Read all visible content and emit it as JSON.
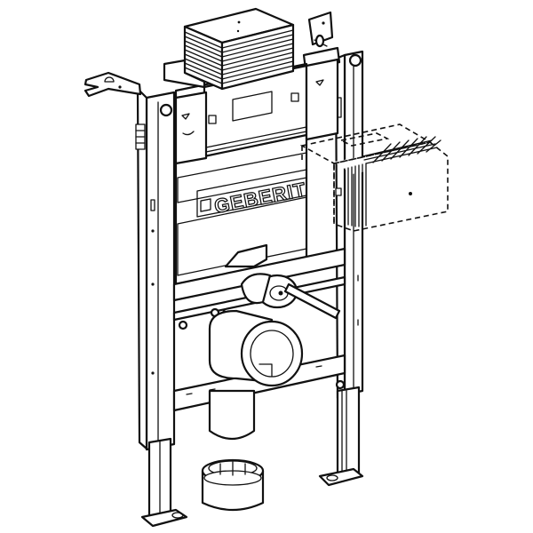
{
  "drawing": {
    "subject": "Installation frame for wall-hung WC",
    "brand_label": "GEBERIT",
    "style": "black line-art on white",
    "line_color": "#111111",
    "background_color": "#ffffff"
  },
  "components": [
    {
      "id": "cistern-top-block",
      "label": "Cistern cover block (layered top)"
    },
    {
      "id": "actuator-opening",
      "label": "Actuator plate opening"
    },
    {
      "id": "dashed-box",
      "label": "Optional module (dashed outline)"
    },
    {
      "id": "left-bracket",
      "label": "Left wall-fixing bracket"
    },
    {
      "id": "right-bracket",
      "label": "Right wall-fixing bracket"
    },
    {
      "id": "flush-pipe",
      "label": "Flush pipe connection"
    },
    {
      "id": "drain-bend",
      "label": "Drain bend"
    },
    {
      "id": "drain-stub",
      "label": "Drain pipe stub"
    },
    {
      "id": "pipe-cap",
      "label": "Pipe connector / cap"
    },
    {
      "id": "left-leg",
      "label": "Left frame leg with foot"
    },
    {
      "id": "right-leg",
      "label": "Right frame leg with foot"
    }
  ]
}
